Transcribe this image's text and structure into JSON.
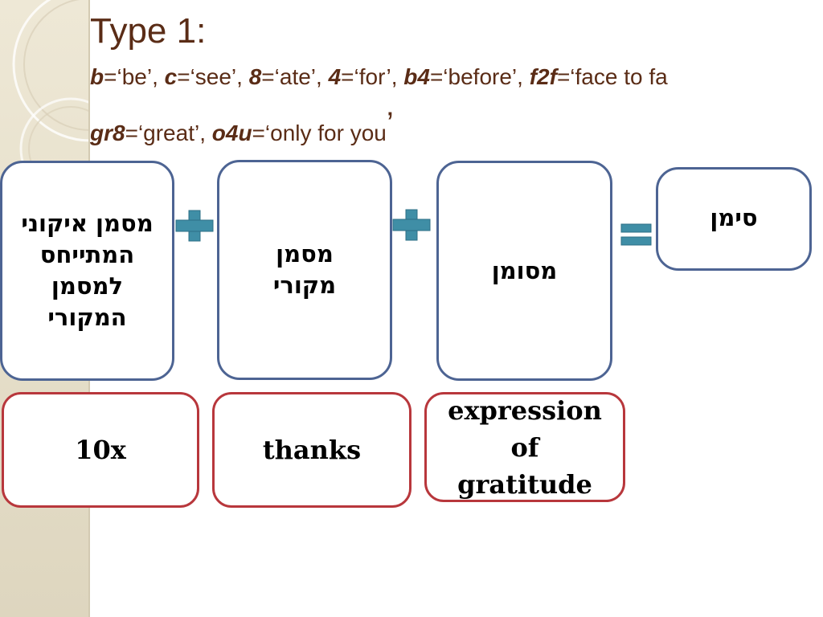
{
  "title": {
    "heading": "Type 1:",
    "abbreviations_line1": [
      {
        "abbr": "b",
        "meaning": "‘be’"
      },
      {
        "abbr": "c",
        "meaning": "‘see’"
      },
      {
        "abbr": "8",
        "meaning": "‘ate’"
      },
      {
        "abbr": "4",
        "meaning": "‘for’"
      },
      {
        "abbr": "b4",
        "meaning": "‘before’"
      },
      {
        "abbr": "f2f",
        "meaning": "‘face to fa"
      }
    ],
    "abbreviations_line2": [
      {
        "abbr": "gr8",
        "meaning": "‘great’"
      },
      {
        "abbr": "o4u",
        "meaning": "‘only for you"
      }
    ],
    "closing_mark": "’"
  },
  "formula": {
    "box1": "מסמן איקוני המתייחס למסמן המקורי",
    "box2": "מסמן מקורי",
    "box3": "מסומן",
    "box4": "סימן",
    "operator_plus": "plus-icon",
    "operator_equals": "equals-icon",
    "operator_color": "#3f8ea6"
  },
  "examples": {
    "ex1": "10x",
    "ex2": "thanks",
    "ex3": "expression of gratitude"
  },
  "colors": {
    "title": "#5a2c16",
    "box_border_blue": "#4d6493",
    "box_border_red": "#b8373c",
    "side_strip": "#e8e1cd"
  }
}
